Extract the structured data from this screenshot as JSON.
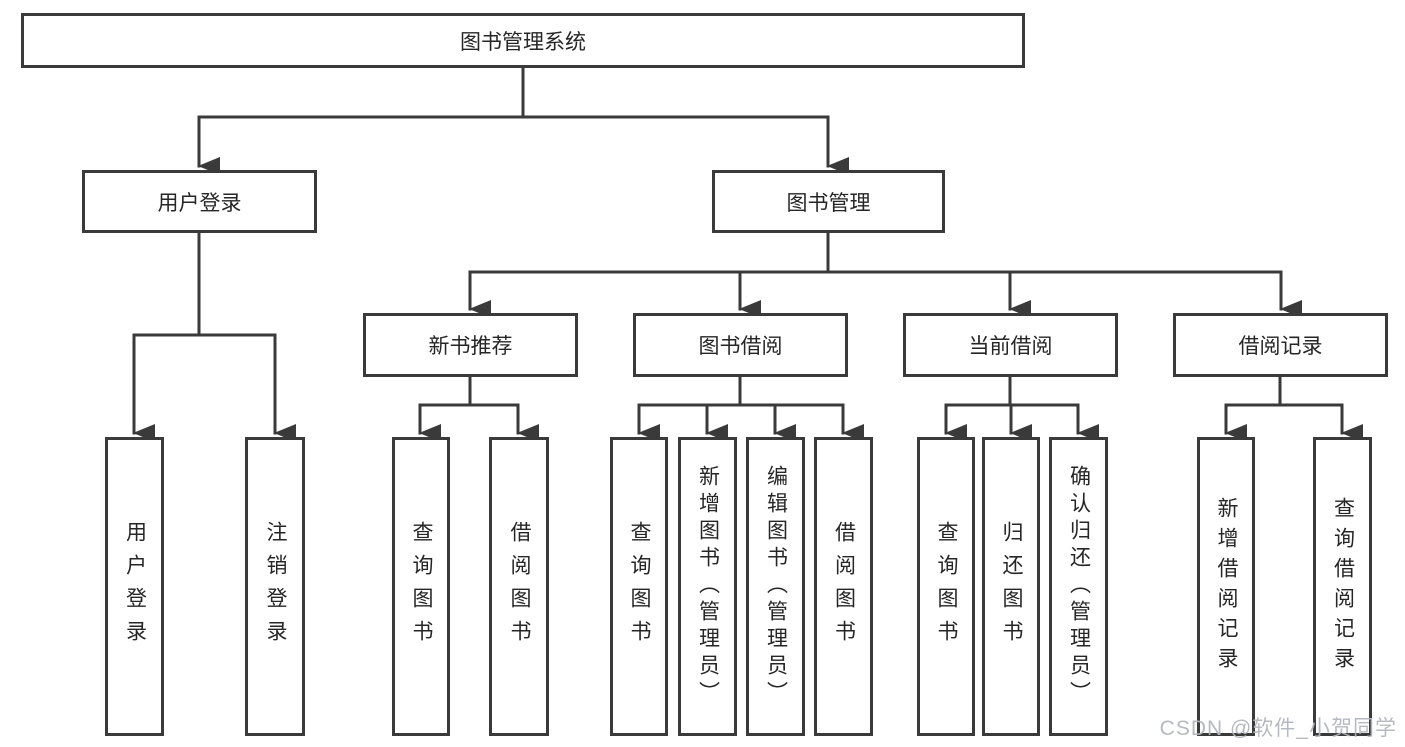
{
  "diagram": {
    "title": "图书管理系统",
    "nodes": {
      "root": {
        "label": "图书管理系统"
      },
      "user_login": {
        "label": "用户登录"
      },
      "book_mgmt": {
        "label": "图书管理"
      },
      "new_book_rec": {
        "label": "新书推荐"
      },
      "book_borrow": {
        "label": "图书借阅"
      },
      "current_borrow": {
        "label": "当前借阅"
      },
      "borrow_records": {
        "label": "借阅记录"
      },
      "leaf_user_login": {
        "label": "用户登录"
      },
      "leaf_logout": {
        "label": "注销登录"
      },
      "leaf_query_book_1": {
        "label": "查询图书"
      },
      "leaf_borrow_book_1": {
        "label": "借阅图书"
      },
      "leaf_query_book_2": {
        "label": "查询图书"
      },
      "leaf_add_book": {
        "label": "新增图书（管理员）"
      },
      "leaf_edit_book": {
        "label": "编辑图书（管理员）"
      },
      "leaf_borrow_book_2": {
        "label": "借阅图书"
      },
      "leaf_query_book_3": {
        "label": "查询图书"
      },
      "leaf_return_book": {
        "label": "归还图书"
      },
      "leaf_confirm_return": {
        "label": "确认归还（管理员）"
      },
      "leaf_add_record": {
        "label": "新增借阅记录"
      },
      "leaf_query_record": {
        "label": "查询借阅记录"
      }
    },
    "edges": [
      "图书管理系统→用户登录",
      "图书管理系统→图书管理",
      "用户登录→用户登录",
      "用户登录→注销登录",
      "图书管理→新书推荐",
      "图书管理→图书借阅",
      "图书管理→当前借阅",
      "图书管理→借阅记录",
      "新书推荐→查询图书",
      "新书推荐→借阅图书",
      "图书借阅→查询图书",
      "图书借阅→新增图书（管理员）",
      "图书借阅→编辑图书（管理员）",
      "图书借阅→借阅图书",
      "当前借阅→查询图书",
      "当前借阅→归还图书",
      "当前借阅→确认归还（管理员）",
      "借阅记录→新增借阅记录",
      "借阅记录→查询借阅记录"
    ]
  },
  "watermark": "CSDN @软件_小贺同学",
  "colors": {
    "line": "#3a3a3a",
    "text": "#262626",
    "background": "#ffffff",
    "watermark": "#b5b8bd"
  }
}
